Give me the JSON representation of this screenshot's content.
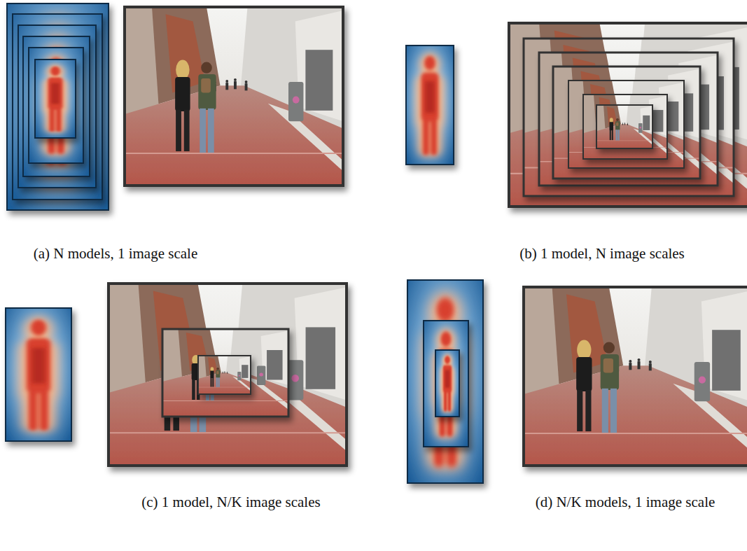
{
  "diagram": {
    "labels": [
      "(a) N models, 1 image scale",
      "(b) 1 model, N image scales",
      "(c) 1 model, N/K image scales",
      "(d) N/K models, 1 image scale"
    ]
  }
}
